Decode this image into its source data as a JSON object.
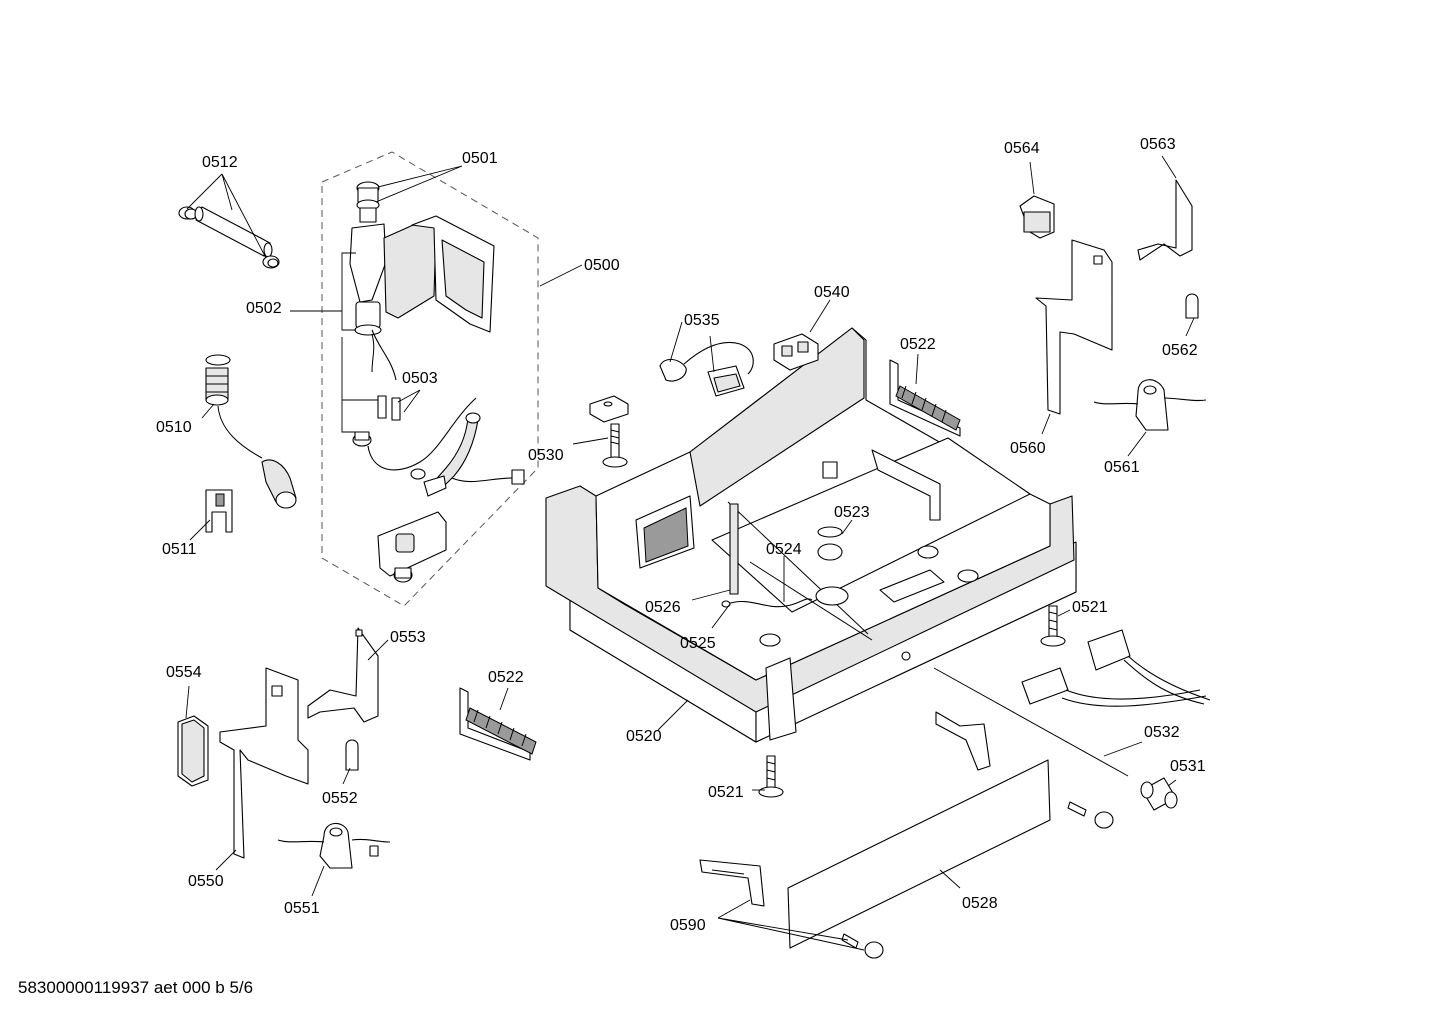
{
  "part_labels": {
    "p0500": "0500",
    "p0501": "0501",
    "p0502": "0502",
    "p0503": "0503",
    "p0510": "0510",
    "p0511": "0511",
    "p0512": "0512",
    "p0520": "0520",
    "p0521a": "0521",
    "p0521b": "0521",
    "p0522a": "0522",
    "p0522b": "0522",
    "p0523": "0523",
    "p0524": "0524",
    "p0525": "0525",
    "p0526": "0526",
    "p0528": "0528",
    "p0530": "0530",
    "p0531": "0531",
    "p0532": "0532",
    "p0535": "0535",
    "p0540": "0540",
    "p0550": "0550",
    "p0551": "0551",
    "p0552": "0552",
    "p0553": "0553",
    "p0554": "0554",
    "p0560": "0560",
    "p0561": "0561",
    "p0562": "0562",
    "p0563": "0563",
    "p0564": "0564",
    "p0590": "0590"
  },
  "footer": "58300000119937 aet 000 b 5/6"
}
